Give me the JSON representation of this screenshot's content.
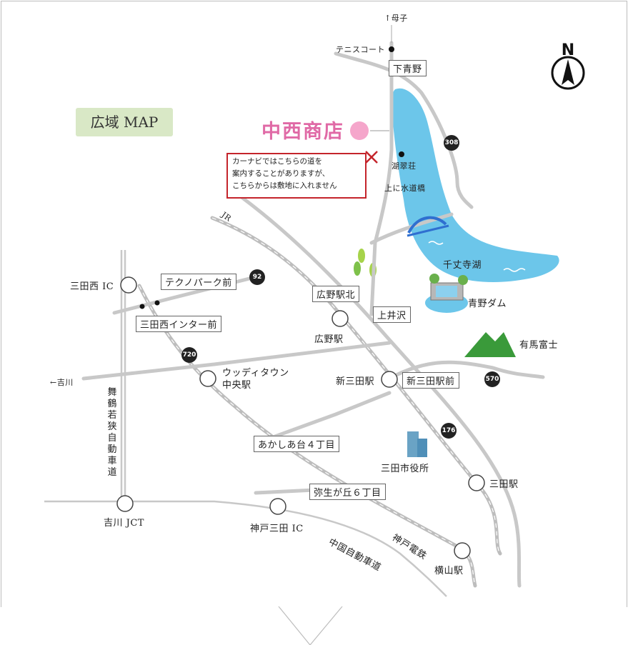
{
  "title_badge": "広域 MAP",
  "shop": {
    "name": "中西商店"
  },
  "warning": {
    "lines": [
      "カーナビではこちらの道を",
      "案内することがありますが、",
      "こちらからは敷地に入れません"
    ]
  },
  "compass": {
    "letter": "N"
  },
  "places": {
    "boshi": "↑母子",
    "tennis": "テニスコート",
    "koseiso": "湖翠荘",
    "kamisuido": "上に水道橋",
    "senjo": "千丈寺湖",
    "aono_dam": "青野ダム",
    "arima_fuji": "有馬富士",
    "city_hall": "三田市役所",
    "yoshikawa_arrow": "←吉川",
    "jr": "JR",
    "expressway_label": "中国自動車道",
    "kobe_dentetsu": "神戸電鉄",
    "maizuru": "舞鶴若狭自動車道"
  },
  "stations": {
    "sanda_nishi_ic": "三田西 IC",
    "hirono": "広野駅",
    "shin_sanda": "新三田駅",
    "woody_town_1": "ウッディタウン",
    "woody_town_2": "中央駅",
    "sanda": "三田駅",
    "kobe_sanda_ic": "神戸三田 IC",
    "yoshikawa_jct": "吉川 JCT",
    "yokoyama": "横山駅"
  },
  "boxes": {
    "shimo_aono": "下青野",
    "technopark": "テクノパーク前",
    "sanda_nishi_inter": "三田西インター前",
    "hirono_kita": "広野駅北",
    "kamiizawa": "上井沢",
    "shin_sanda_mae": "新三田駅前",
    "akashiadai": "あかしあ台４丁目",
    "yayoigaoka": "弥生が丘６丁目"
  },
  "routes": [
    "92",
    "308",
    "720",
    "570",
    "176"
  ],
  "colors": {
    "shop": "#e06aa6",
    "lake": "#6cc6ea",
    "warning": "#c4242b",
    "badge_bg": "#d9e8c6",
    "mountain": "#3a9a3a"
  }
}
